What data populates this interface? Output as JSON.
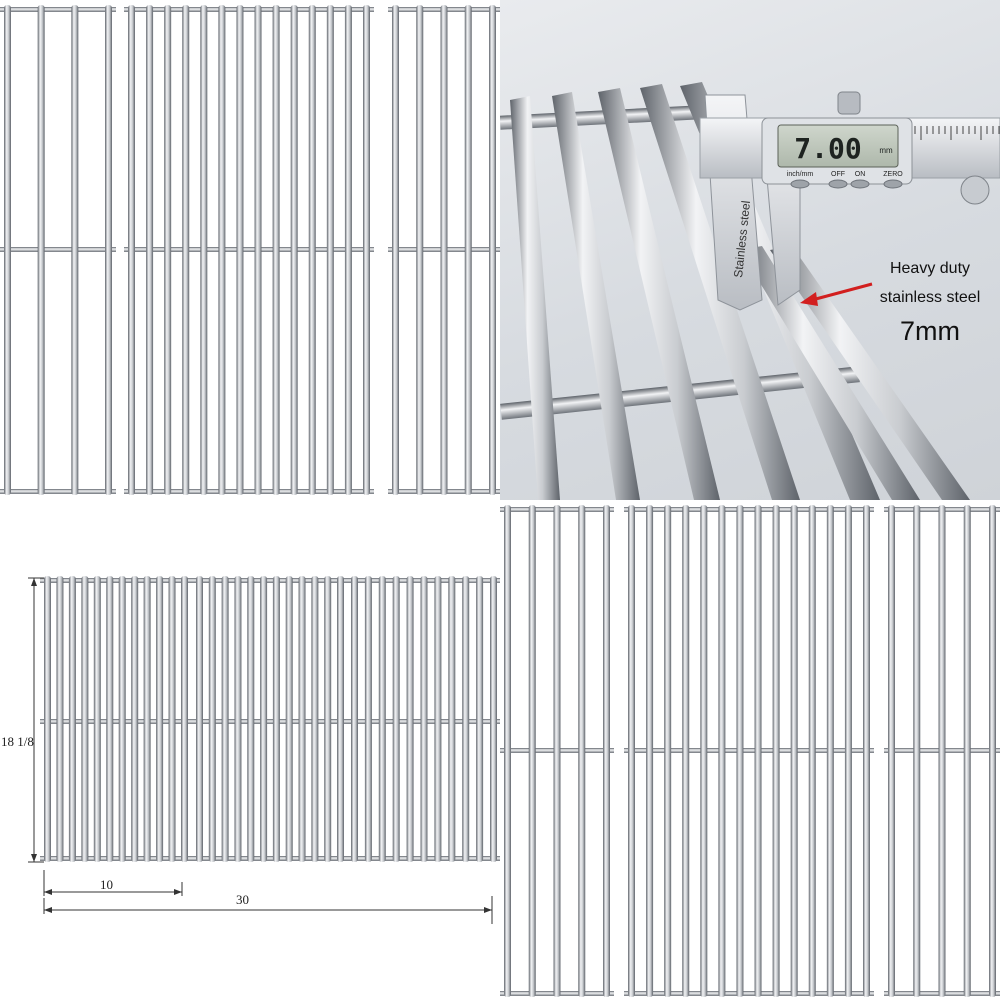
{
  "caliper": {
    "reading": "7.00",
    "unit_label": "mm",
    "button_labels": [
      "inch/mm",
      "OFF",
      "ON",
      "ZERO"
    ],
    "engraving": "Stainless steel"
  },
  "callout": {
    "line1": "Heavy duty",
    "line2": "stainless steel",
    "size": "7mm",
    "arrow_color": "#d21f1f"
  },
  "dimensions": {
    "height": "18 1/8",
    "panel_width": "10",
    "total_width": "30"
  },
  "colors": {
    "steel_dark": "#6e737a",
    "steel_light": "#f4f5f7",
    "background": "#ffffff"
  }
}
